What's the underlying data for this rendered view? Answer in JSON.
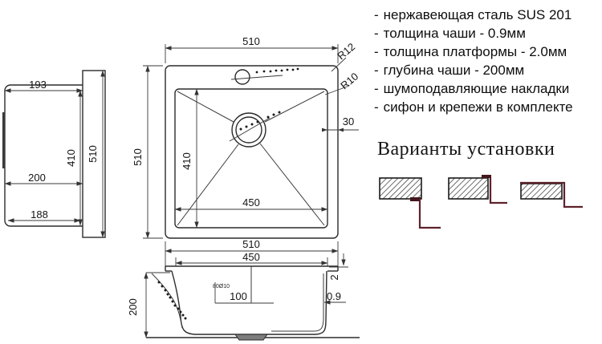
{
  "colors": {
    "line": "#2b2b2b",
    "accent_red": "#5e222b",
    "text": "#111111",
    "background": "#ffffff"
  },
  "specs": {
    "items": [
      {
        "bullet": "-",
        "text": "нержавеющая сталь SUS 201"
      },
      {
        "bullet": "-",
        "text": "толщина чаши - 0.9мм"
      },
      {
        "bullet": "-",
        "text": "толщина платформы - 2.0мм"
      },
      {
        "bullet": "-",
        "text": "глубина чаши - 200мм"
      },
      {
        "bullet": "-",
        "text": "шумоподавляющие накладки"
      },
      {
        "bullet": "-",
        "text": "сифон и крепежи в комплекте"
      }
    ]
  },
  "install": {
    "heading": "Варианты установки"
  },
  "top_view": {
    "dim_width_top": "510",
    "dim_height_left": "510",
    "dim_bowl_height": "410",
    "dim_bowl_width": "450",
    "dim_edge": "30",
    "radius_outer": "R12",
    "radius_inner": "R10"
  },
  "side_view": {
    "dim_top": "193",
    "dim_mid": "200",
    "dim_bottom": "188",
    "dim_bowl": "410",
    "dim_total": "510"
  },
  "front_view": {
    "dim_outer": "510",
    "dim_inner": "450",
    "dim_depth": "200",
    "dim_platform": "2",
    "dim_wall": "0.9",
    "dim_offset": "100",
    "drain_spec": "80Ø10"
  }
}
